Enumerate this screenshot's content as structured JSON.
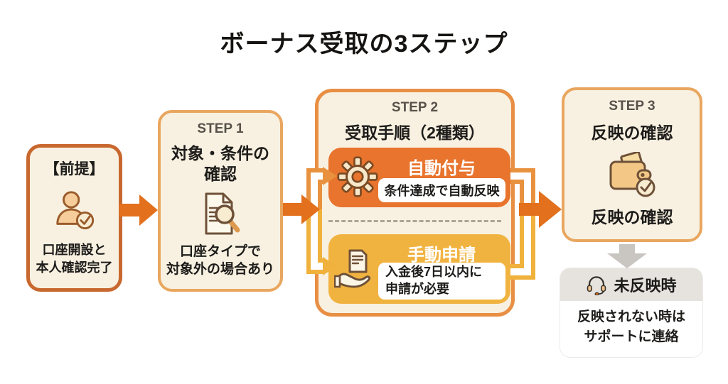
{
  "title": "ボーナス受取の3ステップ",
  "colors": {
    "deep_orange_border": "#C8682F",
    "solid_arrow_orange": "#E2701C",
    "auto_box_orange": "#E8742D",
    "manual_box_amber": "#F1B340",
    "light_orange_border": "#E9A65F",
    "step2_border": "#E88F44",
    "box_cream": "#F8F1E1",
    "support_header_gray": "#E6E3DF",
    "down_arrow_gray": "#C9C6C1"
  },
  "premise": {
    "label": "【前提】",
    "body_line1": "口座開設と",
    "body_line2": "本人確認完了",
    "icon": "person-check-icon"
  },
  "step1": {
    "step_label": "STEP 1",
    "title_line1": "対象・条件の",
    "title_line2": "確認",
    "note_line1": "口座タイプで",
    "note_line2": "対象外の場合あり",
    "icon": "document-search-icon"
  },
  "step2": {
    "step_label": "STEP 2",
    "title": "受取手順（2種類）",
    "auto": {
      "label": "自動付与",
      "detail": "条件達成で自動反映",
      "icon": "gear-icon"
    },
    "manual": {
      "label": "手動申請",
      "detail_line1": "入金後7日以内に",
      "detail_line2": "申請が必要",
      "icon": "hand-document-icon"
    }
  },
  "step3": {
    "step_label": "STEP 3",
    "title": "反映の確認",
    "caption": "反映の確認",
    "icon": "wallet-check-icon"
  },
  "support": {
    "label": "未反映時",
    "body_line1": "反映されない時は",
    "body_line2": "サポートに連絡",
    "icon": "headset-icon"
  }
}
